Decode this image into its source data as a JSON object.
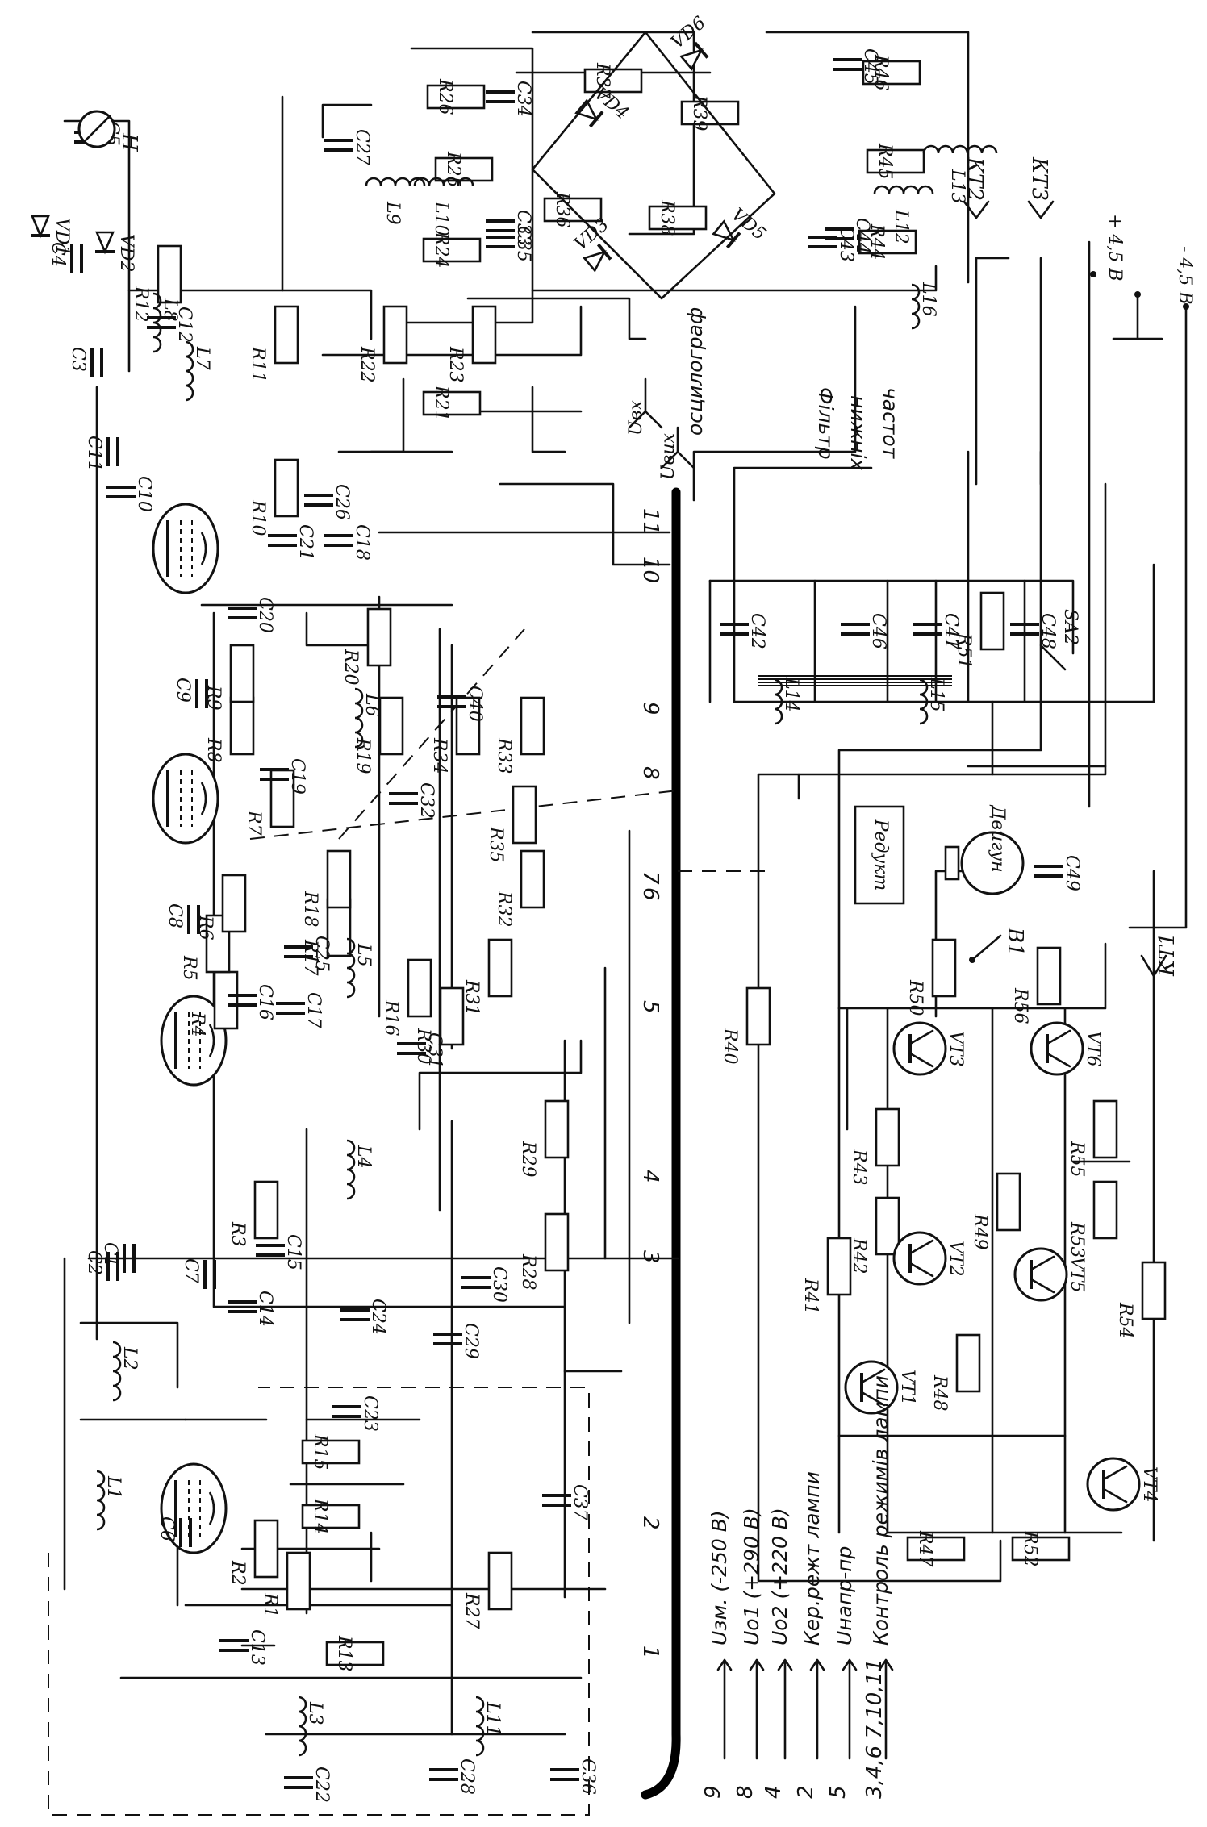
{
  "rails": {
    "plus": "+ 4,5 В",
    "minus": "- 4,5 В"
  },
  "test_points": [
    "КТ1",
    "КТ2",
    "КТ3"
  ],
  "oscilloscope": {
    "label": "осцилограф",
    "uin": "Uвх",
    "uout": "Uвих"
  },
  "filter": {
    "line1": "Фільтр",
    "line2": "нижніх",
    "line3": "частот"
  },
  "motor": {
    "label": "Двигун",
    "reducer": "Редукт"
  },
  "legend": [
    {
      "num": "9",
      "text": "Uзм. (-250 В)"
    },
    {
      "num": "8",
      "text": "Uo1 (+290 В)"
    },
    {
      "num": "4",
      "text": "Uo2 (+220 В)"
    },
    {
      "num": "2",
      "text": "Кер.режт лампи"
    },
    {
      "num": "5",
      "text": "Uнапр-пр"
    },
    {
      "num": "3,4,6 7,10,11",
      "text": "Контроль режимів лампи"
    }
  ],
  "bus_numbers": [
    "1",
    "2",
    "3",
    "4",
    "5",
    "6",
    "7",
    "8",
    "9",
    "10",
    "11"
  ],
  "resistors": [
    "R1",
    "R2",
    "R3",
    "R4",
    "R5",
    "R6",
    "R7",
    "R8",
    "R9",
    "R10",
    "R11",
    "R12",
    "R13",
    "R14",
    "R15",
    "R16",
    "R17",
    "R18",
    "R19",
    "R20",
    "R21",
    "R22",
    "R23",
    "R24",
    "R25",
    "R26",
    "R27",
    "R28",
    "R29",
    "R30",
    "R31",
    "R32",
    "R33",
    "R34",
    "R35",
    "R36",
    "R37",
    "R38",
    "R39",
    "R40",
    "R41",
    "R42",
    "R43",
    "R44",
    "R45",
    "R46",
    "R47",
    "R48",
    "R49",
    "R50",
    "R51",
    "R52",
    "R53",
    "R54",
    "R55",
    "R56"
  ],
  "capacitors": [
    "C1",
    "C2",
    "C3",
    "C4",
    "C5",
    "C6",
    "C7",
    "C8",
    "C9",
    "C10",
    "C11",
    "C12",
    "C13",
    "C14",
    "C15",
    "C16",
    "C17",
    "C18",
    "C19",
    "C20",
    "C21",
    "C22",
    "C23",
    "C24",
    "C25",
    "C26",
    "C27",
    "C28",
    "C29",
    "C30",
    "C31",
    "C32",
    "C33",
    "C34",
    "C35",
    "C36",
    "C37",
    "C40",
    "C41",
    "C42",
    "C43",
    "C44",
    "C45",
    "C46",
    "C47",
    "C48",
    "C49"
  ],
  "inductors": [
    "L1",
    "L2",
    "L3",
    "L4",
    "L5",
    "L6",
    "L7",
    "L8",
    "L9",
    "L10",
    "L11",
    "L12",
    "L13",
    "L14",
    "L15",
    "L16"
  ],
  "transistors": [
    "VT1",
    "VT2",
    "VT3",
    "VT4",
    "VT5",
    "VT6"
  ],
  "diodes": [
    "VD1",
    "VD2",
    "VD3",
    "VD4",
    "VD5",
    "VD6"
  ],
  "misc": {
    "indicator": "H",
    "switch_b1": "B1",
    "switch_sa": "SA2"
  }
}
